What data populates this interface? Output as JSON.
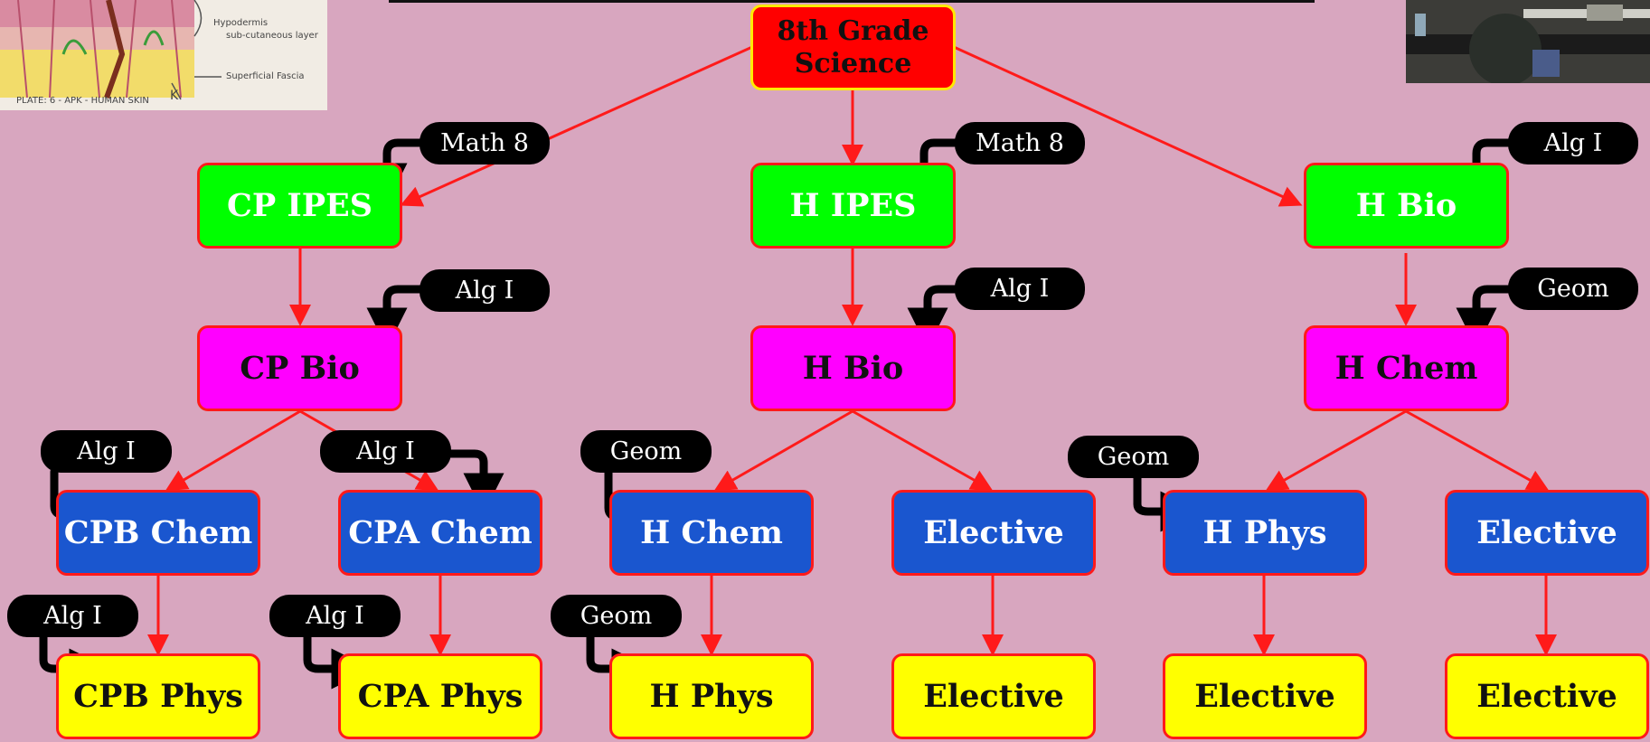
{
  "root": {
    "label": "8th Grade Science"
  },
  "photos": {
    "skin_caption": "PLATE: 6 - APK - HUMAN SKIN",
    "skin_note1": "Hypodermis",
    "skin_note2": "sub-cutaneous layer",
    "skin_note3": "Superficial Fascia",
    "skin_mark": "K"
  },
  "columns": {
    "cp": {
      "level1": "CP IPES",
      "level1_req": "Math 8",
      "level2": "CP Bio",
      "level2_req": "Alg I",
      "b_chem": "CPB Chem",
      "b_chem_req": "Alg I",
      "b_phys": "CPB Phys",
      "b_phys_req": "Alg I",
      "a_chem": "CPA Chem",
      "a_chem_req": "Alg I",
      "a_phys": "CPA Phys",
      "a_phys_req": "Alg I"
    },
    "h_ipes": {
      "level1": "H IPES",
      "level1_req": "Math 8",
      "level2": "H Bio",
      "level2_req": "Alg I",
      "chem": "H Chem",
      "chem_req": "Geom",
      "phys": "H Phys",
      "phys_req": "Geom",
      "elective3": "Elective",
      "elective4": "Elective"
    },
    "h_bio": {
      "level1": "H Bio",
      "level1_req": "Alg I",
      "level2": "H Chem",
      "level2_req": "Geom",
      "phys": "H Phys",
      "phys_req": "Geom",
      "elective_after_phys": "Elective",
      "elective3": "Elective",
      "elective4": "Elective"
    }
  },
  "colors": {
    "background": "#d8a6bf",
    "arrow": "#ff1a1a",
    "root": "#ff0000",
    "level1": "#00ff00",
    "level2": "#ff00ff",
    "level3": "#1a56cf",
    "level4": "#ffff00",
    "prereq": "#000000"
  }
}
